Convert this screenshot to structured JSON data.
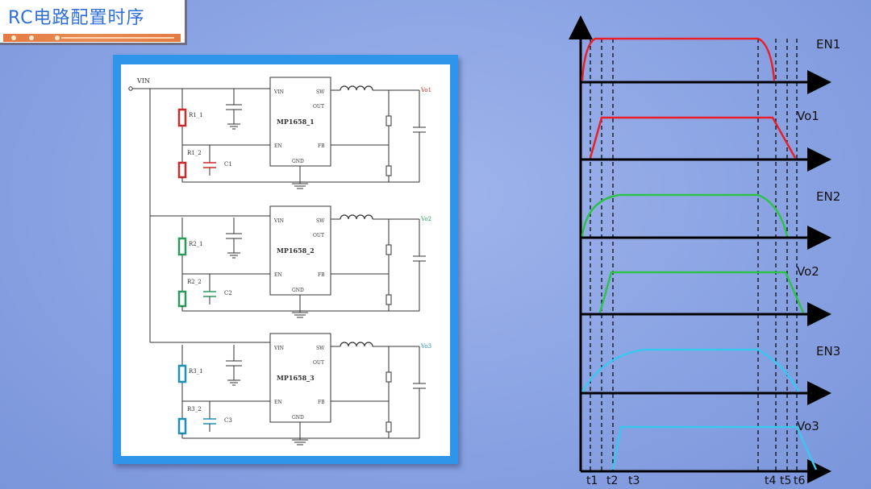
{
  "title": "RC电路配置时序",
  "schematic": {
    "vin_label": "VIN",
    "stages": [
      {
        "chip": "MP1658_1",
        "pin_vin": "VIN",
        "pin_sw": "SW",
        "pin_out": "OUT",
        "pin_en": "EN",
        "pin_fb": "FB",
        "pin_gnd": "GND",
        "r_top": "R1_1",
        "r_bottom": "R1_2",
        "cap": "C1",
        "vout": "Vo1",
        "color": "#cc2a2a"
      },
      {
        "chip": "MP1658_2",
        "pin_vin": "VIN",
        "pin_sw": "SW",
        "pin_out": "OUT",
        "pin_en": "EN",
        "pin_fb": "FB",
        "pin_gnd": "GND",
        "r_top": "R2_1",
        "r_bottom": "R2_2",
        "cap": "C2",
        "vout": "Vo2",
        "color": "#2e9a5a"
      },
      {
        "chip": "MP1658_3",
        "pin_vin": "VIN",
        "pin_sw": "SW",
        "pin_out": "OUT",
        "pin_en": "EN",
        "pin_fb": "FB",
        "pin_gnd": "GND",
        "r_top": "R3_1",
        "r_bottom": "R3_2",
        "cap": "C3",
        "vout": "Vo3",
        "color": "#1f8fb5"
      }
    ]
  },
  "timing": {
    "signals": [
      {
        "label": "EN1",
        "color": "#e8202a"
      },
      {
        "label": "Vo1",
        "color": "#e8202a"
      },
      {
        "label": "EN2",
        "color": "#2fc24a"
      },
      {
        "label": "Vo2",
        "color": "#2fc24a"
      },
      {
        "label": "EN3",
        "color": "#3cc6ee"
      },
      {
        "label": "Vo3",
        "color": "#3cc6ee"
      }
    ],
    "time_labels": [
      "t1",
      "t2",
      "t3",
      "t4",
      "t5",
      "t6"
    ]
  }
}
